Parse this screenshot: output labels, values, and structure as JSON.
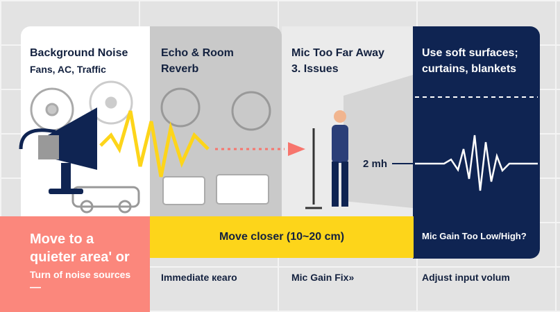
{
  "panels": [
    {
      "title": "Background Noise",
      "subtitle": "Fans, AC, Traffic"
    },
    {
      "title": "Echo & Room",
      "subtitle": "Reverb"
    },
    {
      "title": "Mic Too Far Away",
      "subtitle": "3. Issues"
    },
    {
      "title": "Use soft surfaces;",
      "subtitle": "curtains, blankets"
    }
  ],
  "distance_label": "2 mh",
  "solutions": {
    "noise_line1": "Move to a",
    "noise_line2": "quieter area' or",
    "noise_line3": "Turn of noise sources",
    "noise_dash": "—",
    "distance": "Move closer (10~20 cm)",
    "gain": "Mic Gain Too Low/High?"
  },
  "footer": [
    "Immediate кeаro",
    "Mic Gain Fix»",
    "Adjust input volum"
  ],
  "colors": {
    "navy": "#0f2452",
    "yellow": "#fdd51a",
    "coral": "#fb877c"
  }
}
